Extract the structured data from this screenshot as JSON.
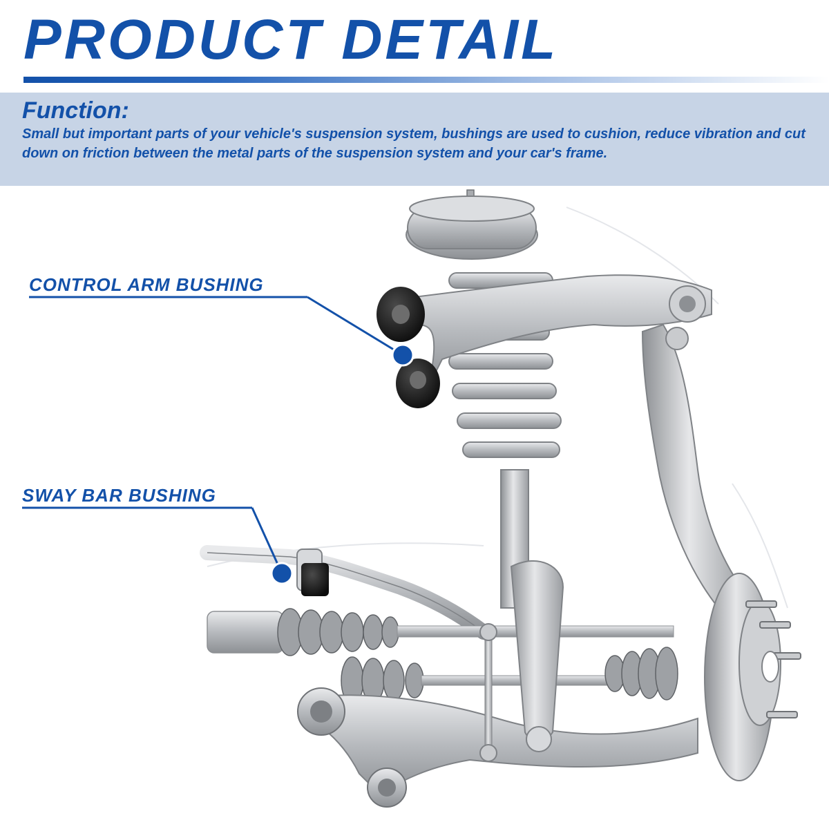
{
  "header": {
    "title": "PRODUCT DETAIL"
  },
  "function": {
    "heading": "Function:",
    "text": "Small but important parts of your vehicle's suspension system, bushings are used to cushion, reduce vibration and cut down on friction between the metal parts of the suspension system and your car's frame."
  },
  "callouts": {
    "control_arm": "CONTROL ARM BUSHING",
    "sway_bar": "SWAY BAR BUSHING"
  },
  "colors": {
    "accent_blue": "#1351a9",
    "band": "#c7d4e6",
    "metal": "#b9bcc0",
    "bushing": "#151515"
  }
}
